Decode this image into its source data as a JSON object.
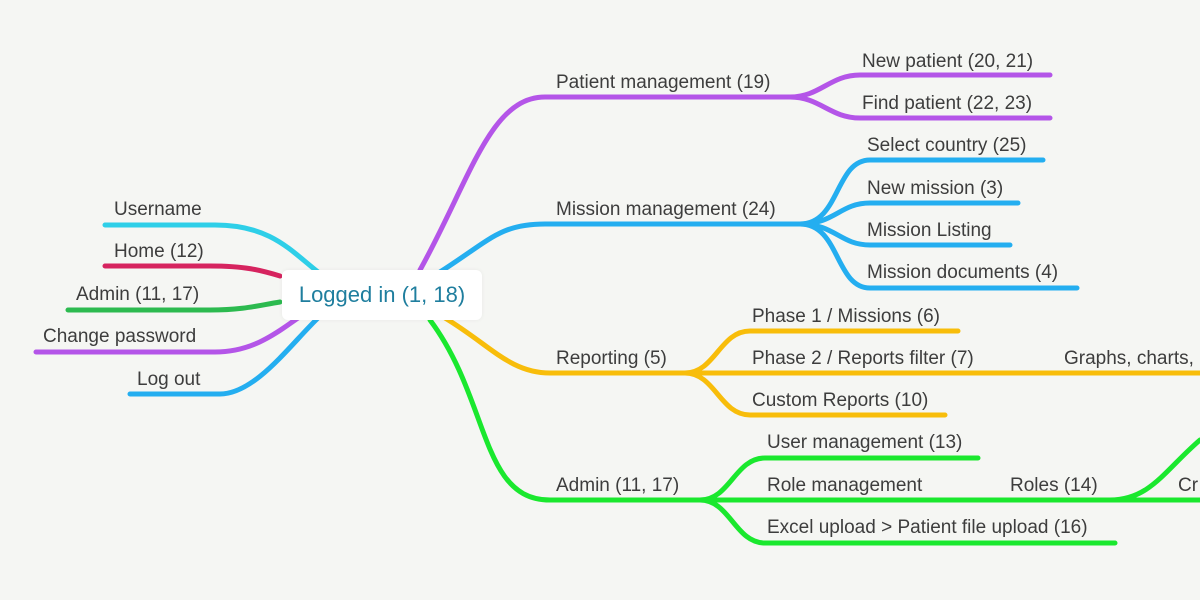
{
  "map": {
    "root": "Logged in (1, 18)",
    "left": {
      "username": "Username",
      "home": "Home (12)",
      "admin": "Admin (11, 17)",
      "change_password": "Change password",
      "logout": "Log out"
    },
    "patient": {
      "label": "Patient management (19)",
      "new_patient": "New patient (20, 21)",
      "find_patient": "Find patient (22, 23)"
    },
    "mission": {
      "label": "Mission management (24)",
      "select_country": "Select country (25)",
      "new_mission": "New mission (3)",
      "mission_listing": "Mission Listing",
      "mission_documents": "Mission documents (4)"
    },
    "reporting": {
      "label": "Reporting (5)",
      "phase1": "Phase 1 / Missions (6)",
      "phase2": "Phase 2 / Reports filter (7)",
      "graphs": "Graphs, charts,",
      "custom": "Custom Reports (10)"
    },
    "admin": {
      "label": "Admin (11, 17)",
      "user_mgmt": "User management (13)",
      "role_mgmt": "Role management",
      "roles": "Roles (14)",
      "cr": "Cr",
      "excel": "Excel upload > Patient file upload (16)"
    }
  },
  "colors": {
    "cyan": "#2ecfe8",
    "crimson": "#d6245f",
    "green": "#2cba4f",
    "purple": "#b455e8",
    "blue": "#24aef0",
    "yellow": "#f8bd0a",
    "lime": "#1ae82e",
    "root_text": "#1f7e9e"
  }
}
